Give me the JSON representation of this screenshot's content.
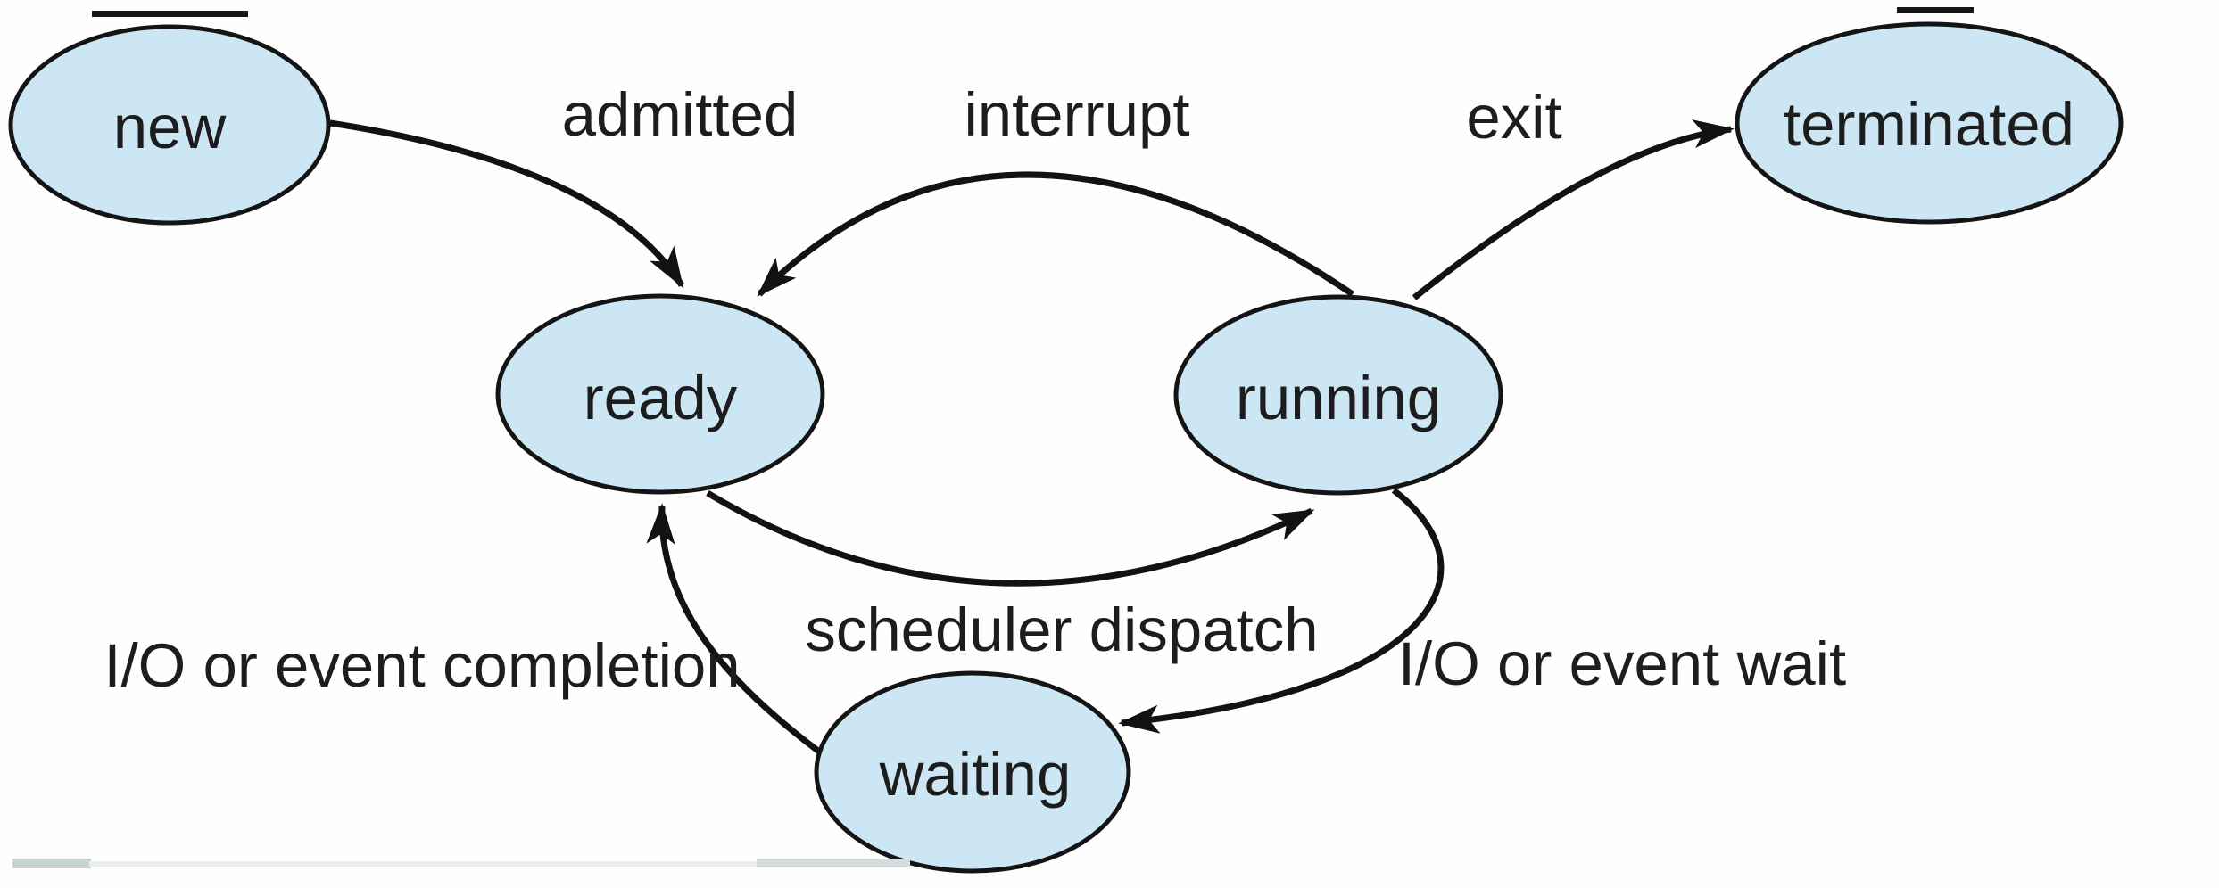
{
  "diagram": {
    "type": "state-diagram",
    "states": [
      {
        "id": "new",
        "label": "new"
      },
      {
        "id": "ready",
        "label": "ready"
      },
      {
        "id": "running",
        "label": "running"
      },
      {
        "id": "waiting",
        "label": "waiting"
      },
      {
        "id": "terminated",
        "label": "terminated"
      }
    ],
    "transitions": [
      {
        "id": "admitted",
        "label": "admitted",
        "from": "new",
        "to": "ready"
      },
      {
        "id": "interrupt",
        "label": "interrupt",
        "from": "running",
        "to": "ready"
      },
      {
        "id": "exit",
        "label": "exit",
        "from": "running",
        "to": "terminated"
      },
      {
        "id": "scheduler-dispatch",
        "label": "scheduler dispatch",
        "from": "ready",
        "to": "running"
      },
      {
        "id": "io-event-wait",
        "label": "I/O or event wait",
        "from": "running",
        "to": "waiting"
      },
      {
        "id": "io-event-completion",
        "label": "I/O or event completion",
        "from": "waiting",
        "to": "ready"
      }
    ],
    "colors": {
      "state_fill": "#cce7f3",
      "outline": "#141414",
      "text": "#1d1d1d",
      "background": "#fefefe"
    }
  }
}
